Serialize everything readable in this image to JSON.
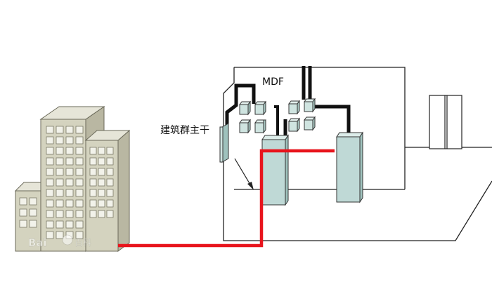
{
  "labels": {
    "mdf": "MDF",
    "backbone": "建筑群主干"
  },
  "watermark": {
    "text": "Bai",
    "suffix": "百科"
  },
  "colors": {
    "red_cable": "#e8141c",
    "black_cable": "#111111",
    "building_fill": "#d4d3bf",
    "building_window": "#f2f2ea",
    "rack_fill": "#bfd9d6",
    "rack_top": "#dcece9",
    "device_fill": "#cfe4e0",
    "outline": "#333333"
  }
}
